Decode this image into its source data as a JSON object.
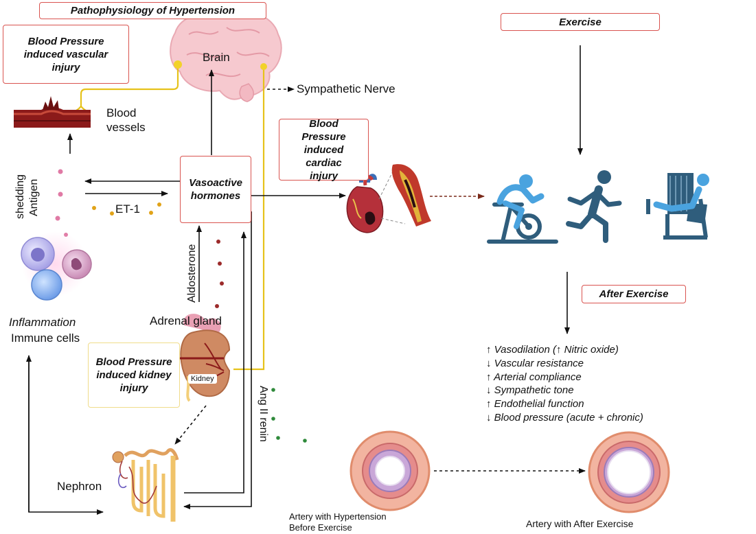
{
  "title": "Pathophysiology of Hypertension",
  "boxes": {
    "vascular_injury": "Blood Pressure induced vascular injury",
    "cardiac_injury": "Blood Pressure induced cardiac injury",
    "kidney_injury": "Blood Pressure induced kidney injury",
    "vasoactive": "Vasoactive hormones",
    "exercise": "Exercise",
    "after_exercise": "After Exercise"
  },
  "labels": {
    "brain": "Brain",
    "sympathetic_nerve": "Sympathetic Nerve",
    "blood_vessels_1": "Blood",
    "blood_vessels_2": "vessels",
    "antigen_1": "Antigen",
    "antigen_2": "shedding",
    "et1": "ET-1",
    "aldosterone": "Aldosterone",
    "adrenal_gland": "Adrenal gland",
    "kidney": "Kidney",
    "inflammation": "Inflammation",
    "immune_cells": "Immune cells",
    "ang_renin": "Ang II renin",
    "nephron": "Nephron",
    "artery_before_1": "Artery with Hypertension",
    "artery_before_2": "Before Exercise",
    "artery_after": "Artery with After Exercise"
  },
  "effects": [
    "↑ Vasodilation (↑ Nitric oxide)",
    "↓ Vascular resistance",
    "↑ Arterial compliance",
    "↓ Sympathetic tone",
    "↑ Endothelial function",
    "↓ Blood pressure (acute + chronic)"
  ],
  "icons": [
    "brain-icon",
    "blood-vessel-icon",
    "heart-icon",
    "artery-plaque-icon",
    "cycling-icon",
    "running-icon",
    "leg-press-icon",
    "immune-cells-icon",
    "kidney-icon",
    "nephron-icon",
    "artery-cross-section-icon"
  ],
  "colors": {
    "box_border": "#d9534f",
    "kidney_box_border": "#f0dc8a",
    "nerve": "#e6c21a",
    "exercise_icon": "#2f5d7c",
    "exercise_accent": "#4aa3df"
  }
}
